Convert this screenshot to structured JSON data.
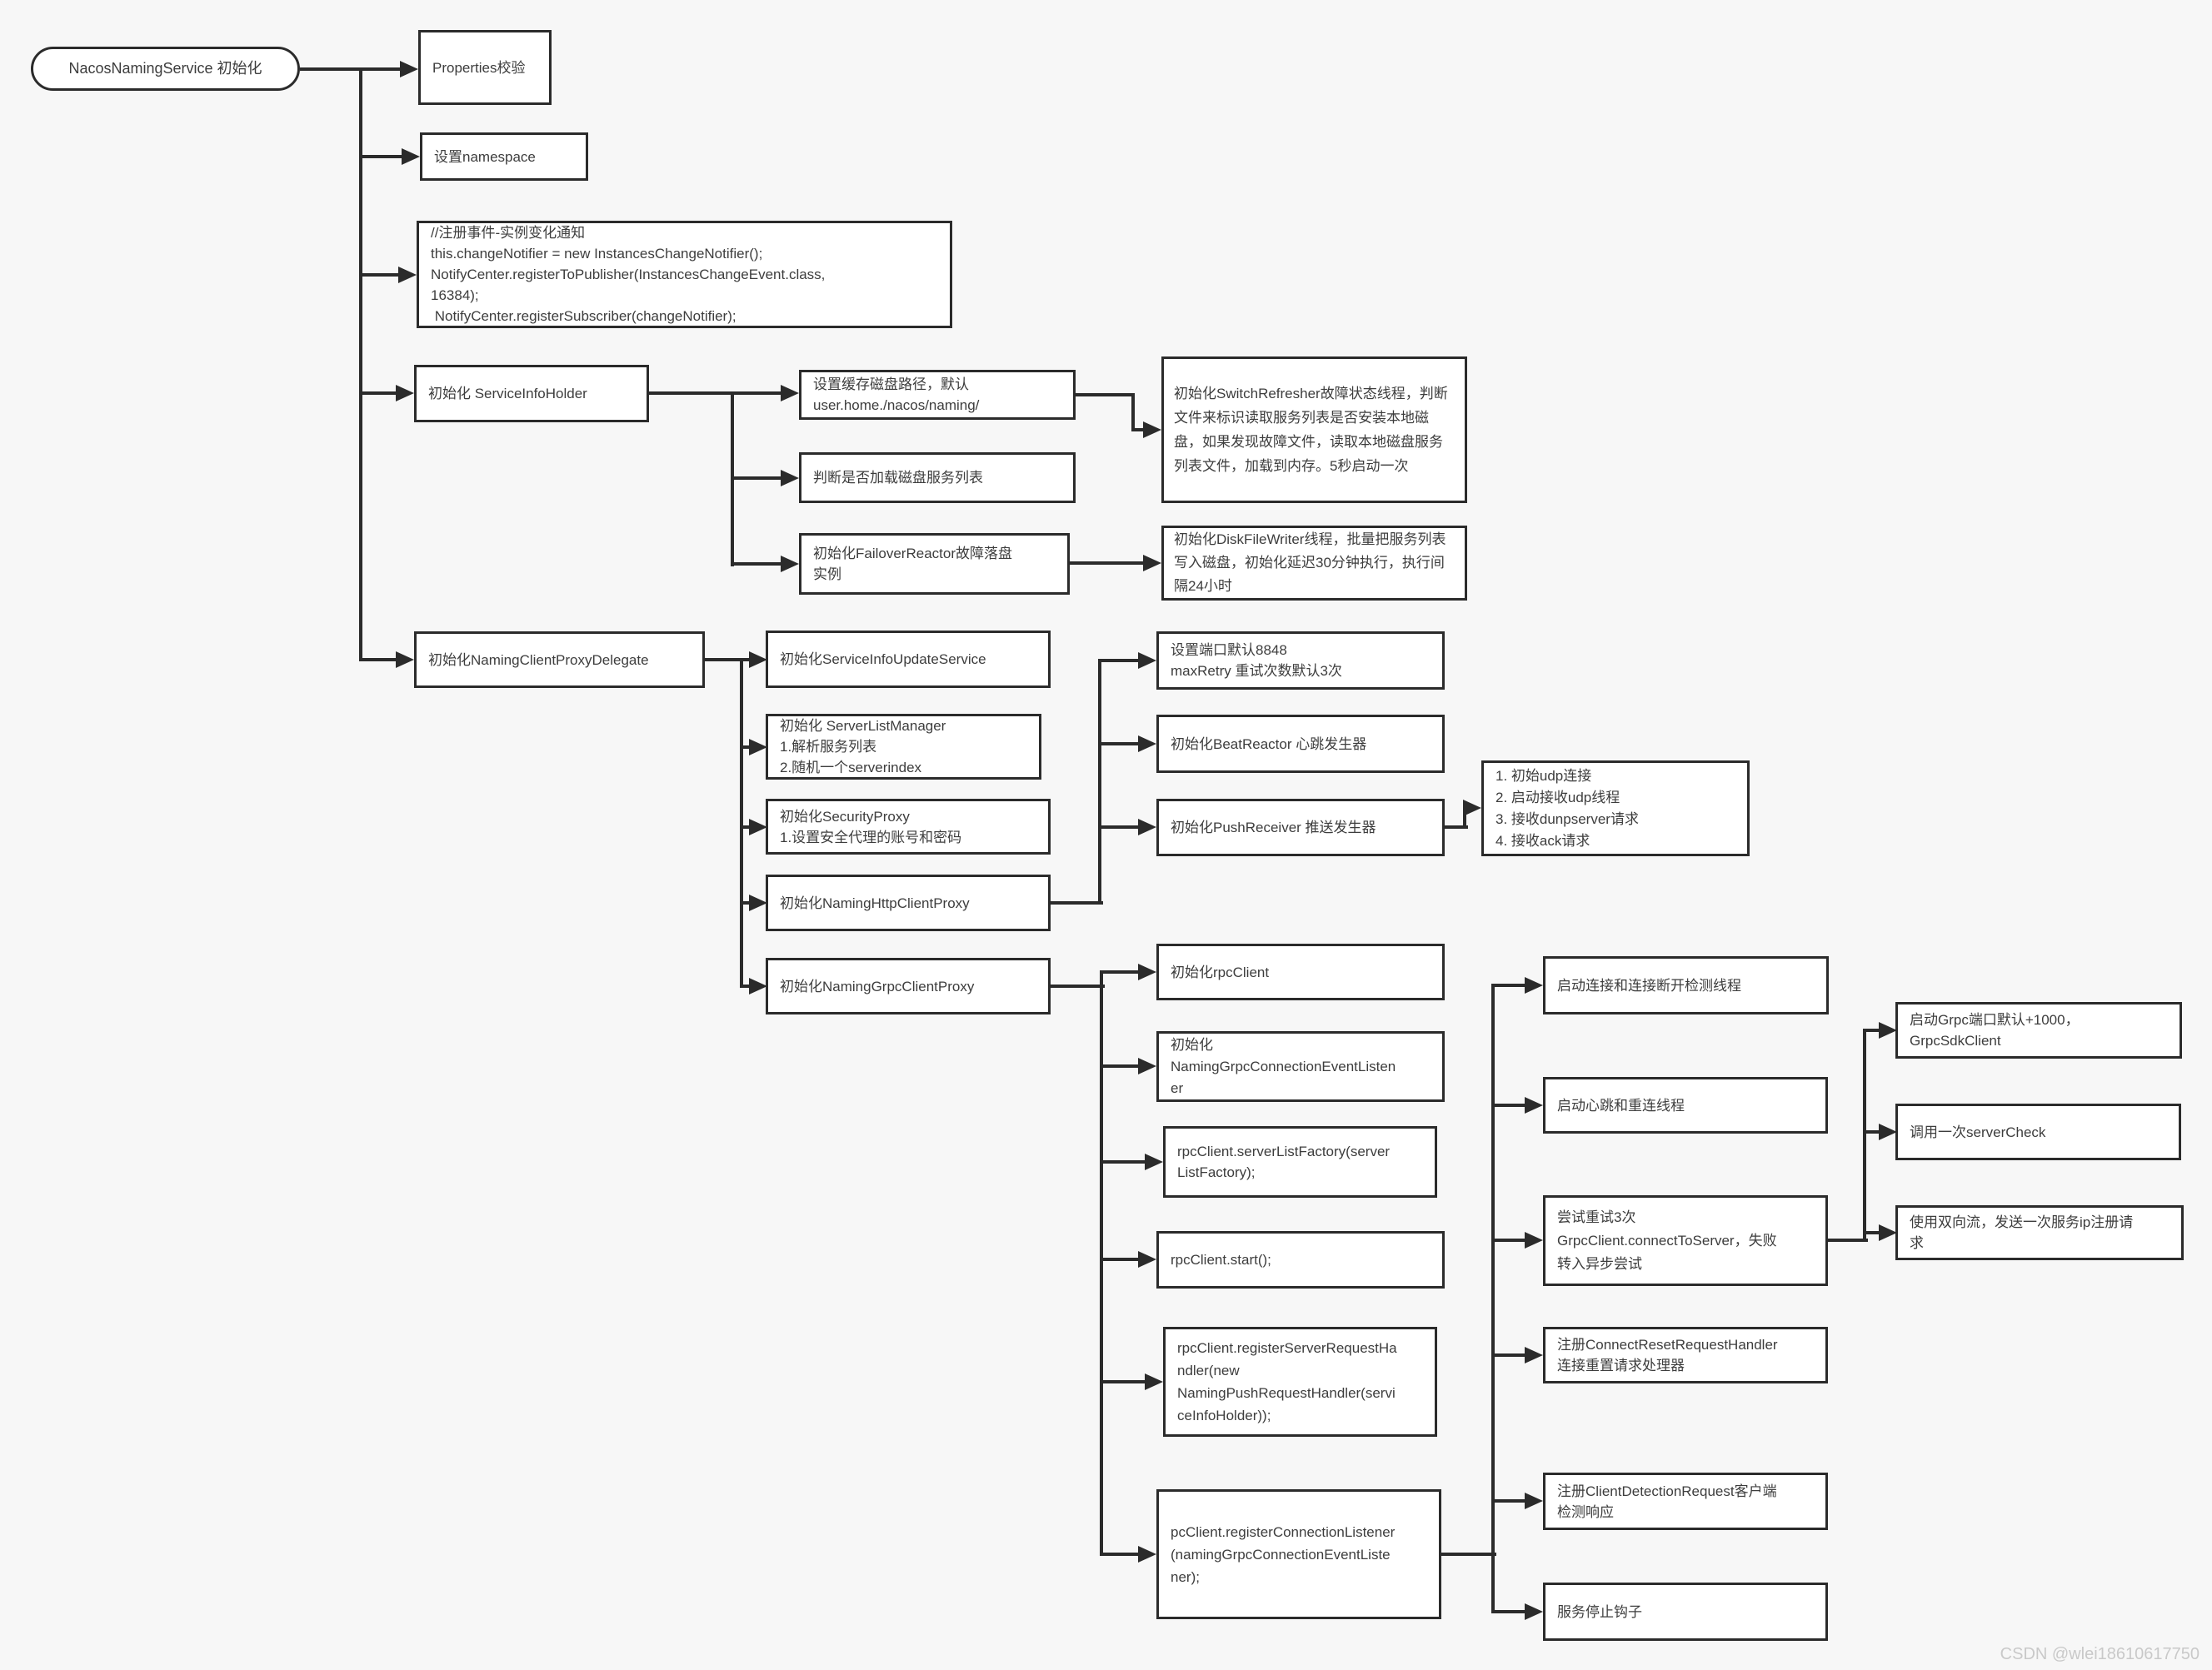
{
  "page": {
    "title": "NacosNamingService init flow diagram",
    "background": "#f7f7f7",
    "watermark": "CSDN @wlei18610617750"
  },
  "colors": {
    "box_border": "#2b2b2b",
    "connector": "#2b2b2b",
    "box_background": "#ffffff",
    "text": "#3d3d3d",
    "watermark": "#c9c9c9"
  },
  "nodes": {
    "root": {
      "label": "NacosNamingService 初始化"
    },
    "properties_check": {
      "label": "Properties校验"
    },
    "set_namespace": {
      "label": "设置namespace"
    },
    "register_event_code": {
      "lines": [
        "//注册事件-实例变化通知",
        "this.changeNotifier = new InstancesChangeNotifier();",
        "NotifyCenter.registerToPublisher(InstancesChangeEvent.class,",
        "16384);",
        " NotifyCenter.registerSubscriber(changeNotifier);"
      ]
    },
    "service_info_holder": {
      "label": "初始化 ServiceInfoHolder"
    },
    "cache_path": {
      "lines": [
        "设置缓存磁盘路径，默认",
        "user.home./nacos/naming/"
      ]
    },
    "load_disk_list": {
      "label": "判断是否加载磁盘服务列表"
    },
    "failover_reactor": {
      "lines": [
        "初始化FailoverReactor故障落盘",
        "实例"
      ]
    },
    "switch_refresher": {
      "label": "初始化SwitchRefresher故障状态线程，判断文件来标识读取服务列表是否安装本地磁盘，如果发现故障文件，读取本地磁盘服务列表文件，加载到内存。5秒启动一次"
    },
    "disk_file_writer": {
      "label": "初始化DiskFileWriter线程，批量把服务列表写入磁盘，初始化延迟30分钟执行，执行间隔24小时"
    },
    "naming_client_proxy_delegate": {
      "label": "初始化NamingClientProxyDelegate"
    },
    "service_info_update_service": {
      "label": "初始化ServiceInfoUpdateService"
    },
    "server_list_manager": {
      "lines": [
        "初始化 ServerListManager",
        "1.解析服务列表",
        "2.随机一个serverindex"
      ]
    },
    "security_proxy": {
      "lines": [
        "初始化SecurityProxy",
        "1.设置安全代理的账号和密码"
      ]
    },
    "naming_http_client_proxy": {
      "label": "初始化NamingHttpClientProxy"
    },
    "naming_grpc_client_proxy": {
      "label": "初始化NamingGrpcClientProxy"
    },
    "default_port": {
      "lines": [
        "设置端口默认8848",
        "maxRetry 重试次数默认3次"
      ]
    },
    "beat_reactor": {
      "label": "初始化BeatReactor 心跳发生器"
    },
    "push_receiver": {
      "label": "初始化PushReceiver 推送发生器"
    },
    "push_receiver_steps": {
      "lines": [
        "1. 初始udp连接",
        "2. 启动接收udp线程",
        "3. 接收dunpserver请求",
        "4. 接收ack请求"
      ]
    },
    "init_rpc_client": {
      "label": "初始化rpcClient"
    },
    "grpc_connection_event_listener": {
      "lines": [
        "初始化",
        "NamingGrpcConnectionEventListen",
        "er"
      ]
    },
    "server_list_factory_call": {
      "lines": [
        "rpcClient.serverListFactory(server",
        "ListFactory);"
      ]
    },
    "rpc_client_start": {
      "label": "rpcClient.start();"
    },
    "register_server_request_handler": {
      "lines": [
        "rpcClient.registerServerRequestHa",
        "ndler(new",
        "NamingPushRequestHandler(servi",
        "ceInfoHolder));"
      ]
    },
    "register_connection_listener": {
      "lines": [
        "pcClient.registerConnectionListener",
        "(namingGrpcConnectionEventListe",
        "ner);"
      ]
    },
    "conn_detect_thread": {
      "label": "启动连接和连接断开检测线程"
    },
    "heartbeat_thread": {
      "label": "启动心跳和重连线程"
    },
    "retry_connect": {
      "lines": [
        "尝试重试3次",
        "GrpcClient.connectToServer，失败",
        "转入异步尝试"
      ]
    },
    "connect_reset_handler": {
      "lines": [
        "注册ConnectResetRequestHandler",
        "连接重置请求处理器"
      ]
    },
    "client_detection_response": {
      "lines": [
        "注册ClientDetectionRequest客户端",
        "检测响应"
      ]
    },
    "stop_hook": {
      "label": "服务停止钩子"
    },
    "grpc_port": {
      "lines": [
        "启动Grpc端口默认+1000，",
        "GrpcSdkClient"
      ]
    },
    "server_check": {
      "label": "调用一次serverCheck"
    },
    "bidirectional_stream": {
      "lines": [
        "使用双向流，发送一次服务ip注册请",
        "求"
      ]
    }
  }
}
